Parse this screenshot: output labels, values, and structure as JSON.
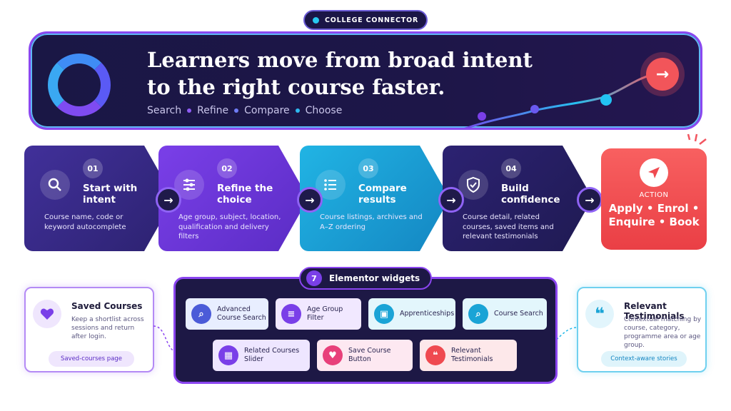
{
  "top_pill": "COLLEGE CONNECTOR",
  "hero": {
    "title_line1": "Learners move from broad intent",
    "title_line2": "to the right course faster.",
    "steps": [
      "Search",
      "Refine",
      "Compare",
      "Choose"
    ],
    "arrow_icon": "arrow-right-icon"
  },
  "steps": [
    {
      "num": "01",
      "title": "Start with intent",
      "desc": "Course name, code or keyword autocomplete",
      "icon": "search-icon",
      "color": "#3b2a8f"
    },
    {
      "num": "02",
      "title": "Refine the choice",
      "desc": "Age group, subject, location, qualification and delivery filters",
      "icon": "sliders-icon",
      "color": "#6a35d6"
    },
    {
      "num": "03",
      "title": "Compare results",
      "desc": "Course listings, archives and A–Z ordering",
      "icon": "list-icon",
      "color": "#1aa4d6"
    },
    {
      "num": "04",
      "title": "Build confidence",
      "desc": "Course detail, related courses, saved items and relevant testimonials",
      "icon": "shield-check-icon",
      "color": "#2a1f6e"
    }
  ],
  "action": {
    "label": "ACTION",
    "text": "Apply • Enrol • Enquire • Book",
    "icon": "send-icon"
  },
  "widgets": {
    "count": "7",
    "title": "Elementor widgets",
    "items": [
      {
        "label": "Advanced Course Search",
        "icon": "search-icon"
      },
      {
        "label": "Age Group Filter",
        "icon": "sliders-icon"
      },
      {
        "label": "Apprenticeships",
        "icon": "briefcase-icon"
      },
      {
        "label": "Course Search",
        "icon": "search-icon"
      },
      {
        "label": "Related Courses Slider",
        "icon": "grid-icon"
      },
      {
        "label": "Save Course Button",
        "icon": "heart-icon"
      },
      {
        "label": "Relevant Testimonials",
        "icon": "quote-icon"
      }
    ]
  },
  "saved": {
    "title": "Saved Courses",
    "desc": "Keep a shortlist across sessions and return after login.",
    "pill": "Saved-courses page",
    "icon": "heart-icon"
  },
  "testimonials": {
    "title": "Relevant Testimonials",
    "desc": "Contextual matching by course, category, programme area or age group.",
    "pill": "Context-aware stories",
    "icon": "quote-icon"
  }
}
